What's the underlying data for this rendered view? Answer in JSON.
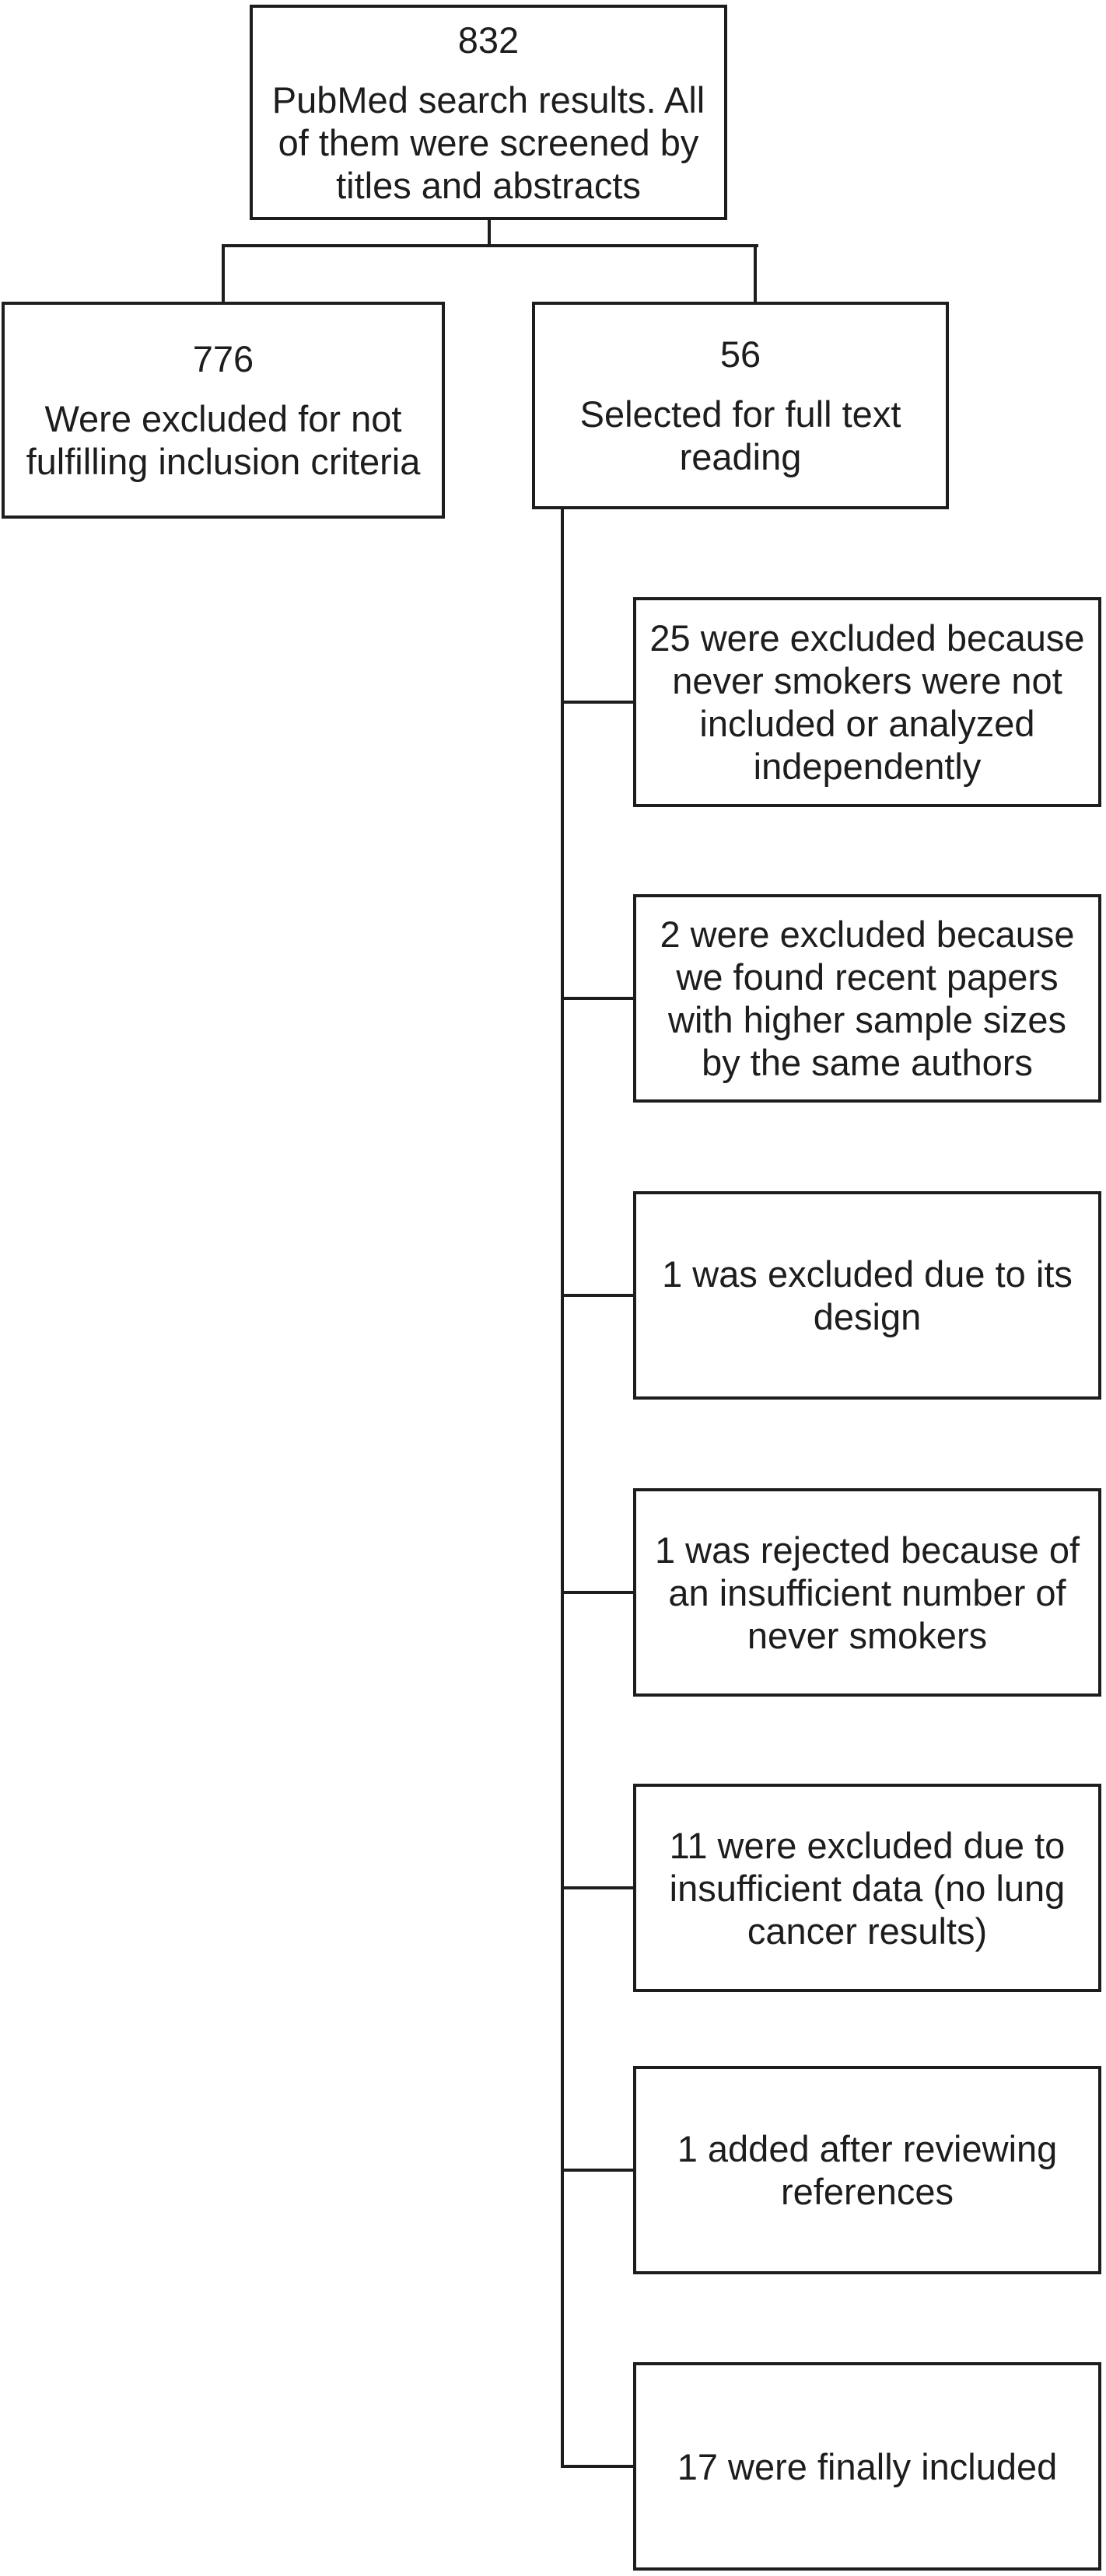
{
  "figure": {
    "type": "flow-diagram",
    "background_color": "#ffffff",
    "line_color": "#1d1d1d",
    "text_color": "#1d1d1d",
    "nodes": {
      "search": {
        "number": "832",
        "text": "PubMed search results. All\nof them were screened by\ntitles and abstracts"
      },
      "excluded_screening": {
        "number": "776",
        "text": "Were excluded for not\nfulfilling inclusion criteria"
      },
      "full_text": {
        "number": "56",
        "text": "Selected for full text\nreading"
      },
      "excluded_never_smokers": {
        "text": "25 were excluded because\nnever smokers were not\nincluded or analyzed\nindependently"
      },
      "excluded_same_authors": {
        "text": "2 were excluded because\nwe found recent papers\nwith higher sample sizes\nby the same authors"
      },
      "excluded_design": {
        "text": "1 was excluded due to its\ndesign"
      },
      "excluded_insufficient_number": {
        "text": "1 was rejected because of\nan insufficient number of\nnever smokers"
      },
      "excluded_insufficient_data": {
        "text": "11 were excluded due to\ninsufficient data (no lung\ncancer results)"
      },
      "added_references": {
        "text": "1 added after reviewing\nreferences"
      },
      "included": {
        "text": "17 were finally included"
      }
    }
  }
}
